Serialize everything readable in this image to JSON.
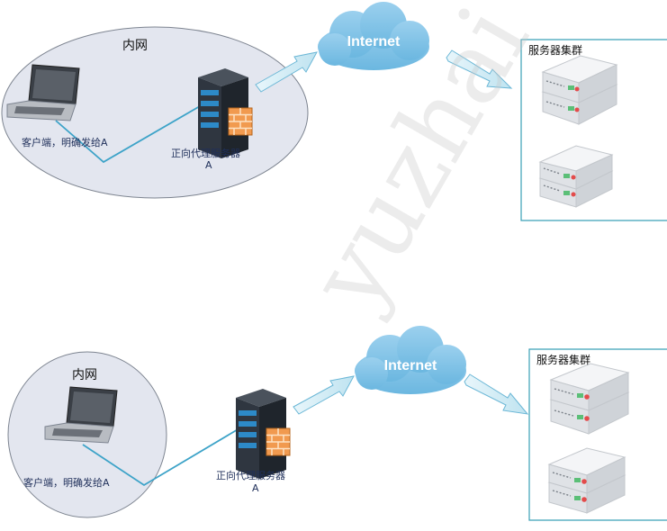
{
  "diagrams": [
    {
      "zone_label": "内网",
      "client_label": "客户端，明确发给A",
      "proxy_label_line1": "正向代理服务器",
      "proxy_label_line2": "A",
      "cloud_label": "Internet",
      "cluster_title": "服务器集群"
    },
    {
      "zone_label": "内网",
      "client_label": "客户端，明确发给A",
      "proxy_label_line1": "正向代理服务器",
      "proxy_label_line2": "A",
      "cloud_label": "Internet",
      "cluster_title": "服务器集群"
    }
  ],
  "watermark": "yuzhai",
  "colors": {
    "zone_fill": "#e3e6ef",
    "zone_stroke": "#7d8490",
    "link": "#3da3c8",
    "cloud": "#7fc2e6",
    "arrow": "#cfeaf4",
    "cluster_border": "#3aa0b6",
    "firewall": "#f19a4f",
    "server_dark": "#2f3640"
  }
}
